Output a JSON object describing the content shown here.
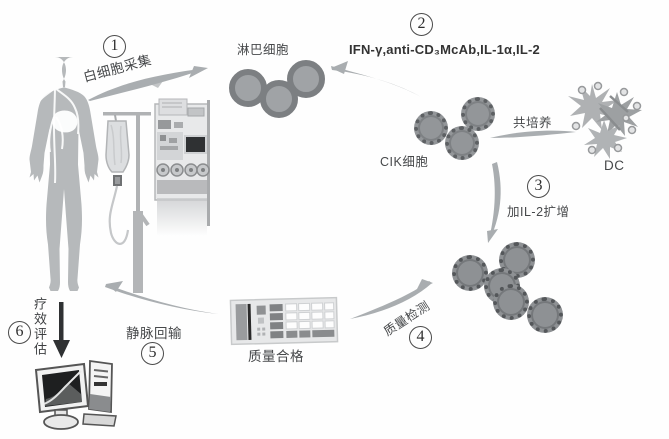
{
  "steps": [
    {
      "num": "1",
      "label": "白细胞采集"
    },
    {
      "num": "2",
      "label": "IFN-γ,anti-CD₃McAb,IL-1α,IL-2"
    },
    {
      "num": "3",
      "label": "加IL-2扩增"
    },
    {
      "num": "4",
      "label": "质量检测"
    },
    {
      "num": "5",
      "label": "静脉回输"
    },
    {
      "num": "6",
      "label": "疗效评估"
    }
  ],
  "labels": {
    "lymphocytes": "淋巴细胞",
    "cik_cells": "CIK细胞",
    "co_culture": "共培养",
    "dc": "DC",
    "quality_pass": "质量合格"
  },
  "colors": {
    "silhouette": "#b6b9bb",
    "cell_ring": "#7c7f82",
    "cell_inner": "#9b9ea1",
    "cik_ring": "#5d6063",
    "arrow": "#9ba0a3",
    "text": "#3f4143",
    "screen_dark": "#1e1f20"
  }
}
